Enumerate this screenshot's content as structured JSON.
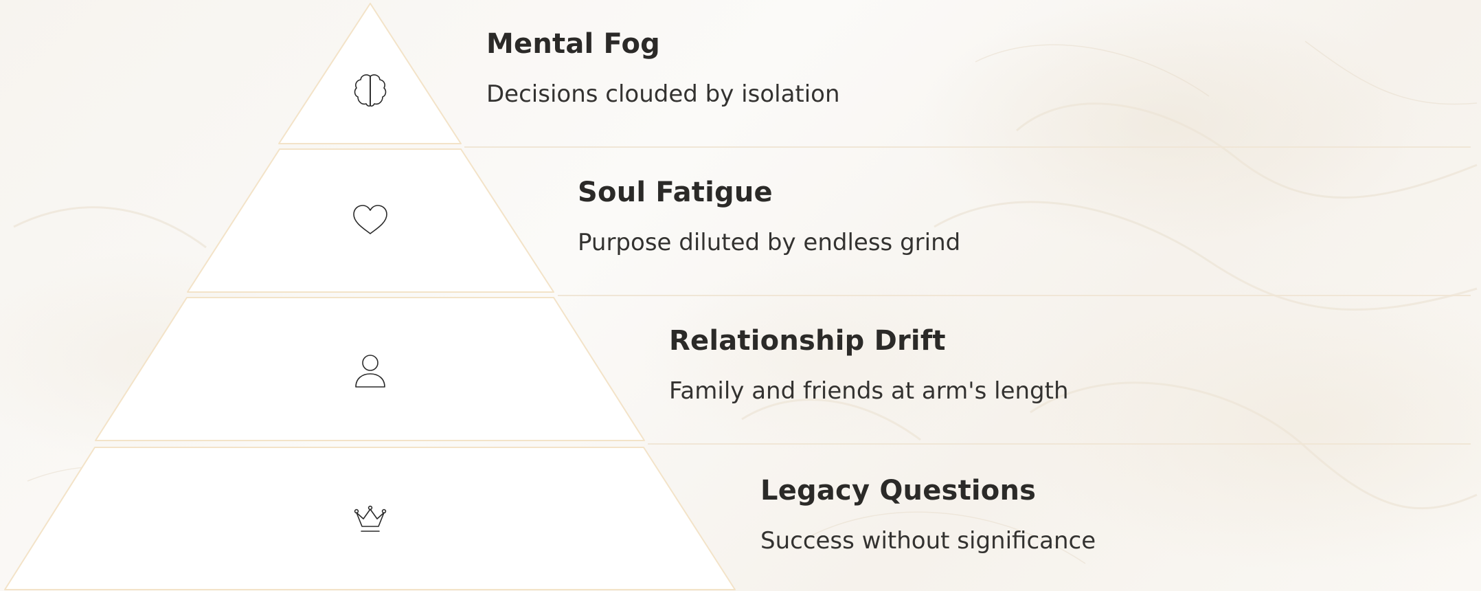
{
  "tiers": [
    {
      "icon": "brain-icon",
      "title": "Mental Fog",
      "description": "Decisions clouded by isolation"
    },
    {
      "icon": "heart-icon",
      "title": "Soul Fatigue",
      "description": "Purpose diluted by endless grind"
    },
    {
      "icon": "person-icon",
      "title": "Relationship Drift",
      "description": "Family and friends at arm's length"
    },
    {
      "icon": "crown-icon",
      "title": "Legacy Questions",
      "description": "Success without significance"
    }
  ],
  "colors": {
    "tier_fill": "#ffffff",
    "tier_outline": "#f3e3c8",
    "divider": "#f0e6d6",
    "text": "#2b2a28"
  }
}
